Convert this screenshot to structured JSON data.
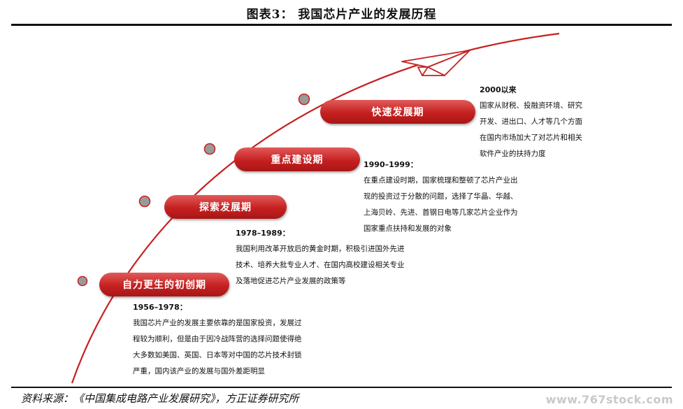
{
  "title": "图表3：  我国芯片产业的发展历程",
  "source": "资料来源：《中国集成电路产业发展研究》，方正证券研究所",
  "watermark": "www.767stock.com",
  "colors": {
    "accent": "#c62020",
    "curve": "#c62020",
    "node": "#9a9a9a"
  },
  "icons": {
    "plane": "paper-plane-icon"
  },
  "stages": [
    {
      "label": "自力更生的初创期",
      "period": "1956–1978：",
      "lines": [
        "我国芯片产业的发展主要依靠的是国家投资，发展过",
        "程较为顺利，但是由于因冷战阵营的选择问题使得绝",
        "大多数如美国、英国、日本等对中国的芯片技术封锁",
        "严重，国内该产业的发展与国外差距明显"
      ]
    },
    {
      "label": "探索发展期",
      "period": "1978–1989：",
      "lines": [
        "我国利用改革开放后的黄金时期，积极引进国外先进",
        "技术、培养大批专业人才、在国内高校建设相关专业",
        "及落地促进芯片产业发展的政策等"
      ]
    },
    {
      "label": "重点建设期",
      "period": "1990–1999：",
      "lines": [
        "在重点建设时期，国家梳理和整顿了芯片产业出",
        "现的投资过于分散的问题，选择了华晶、华越、",
        "上海贝岭、先进、首钢日电等几家芯片企业作为",
        "国家重点扶持和发展的对象"
      ]
    },
    {
      "label": "快速发展期",
      "period": "2000以来",
      "lines": [
        "国家从财税、投融资环境、研究",
        "开发、进出口、人才等几个方面",
        "在国内市场加大了对芯片和相关",
        "软件产业的扶持力度"
      ]
    }
  ]
}
